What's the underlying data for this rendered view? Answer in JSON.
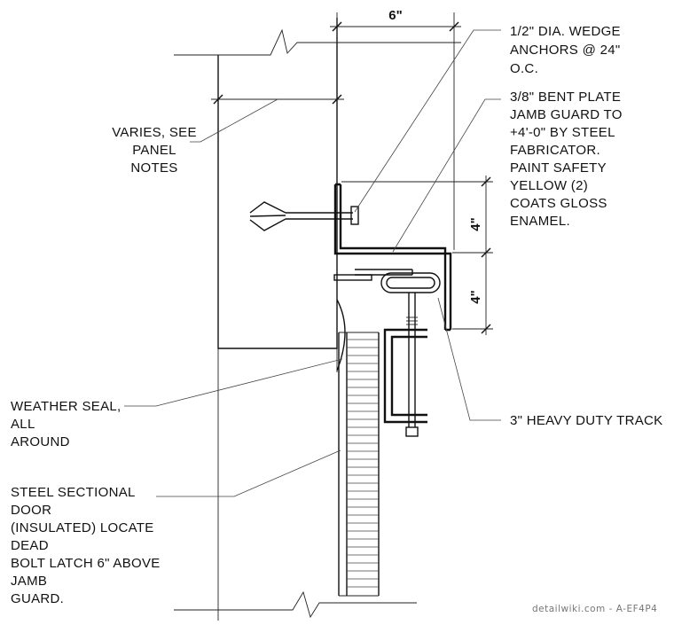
{
  "dimensions": {
    "top": "6\"",
    "upper": "4\"",
    "lower": "4\""
  },
  "labels": {
    "wedge_anchors": [
      "1/2\" DIA. WEDGE",
      "ANCHORS @ 24\"",
      "O.C."
    ],
    "jamb_guard": [
      "3/8\" BENT PLATE",
      "JAMB GUARD TO",
      "+4'-0\" BY STEEL",
      "FABRICATOR.",
      "PAINT SAFETY",
      "YELLOW (2)",
      "COATS GLOSS",
      "ENAMEL."
    ],
    "varies": [
      "VARIES, SEE",
      "PANEL",
      "NOTES"
    ],
    "weather_seal": [
      "WEATHER SEAL,",
      "ALL",
      "AROUND"
    ],
    "sectional_door": [
      "STEEL SECTIONAL",
      "DOOR",
      "(INSULATED) LOCATE",
      "DEAD",
      "BOLT LATCH 6\" ABOVE",
      "JAMB",
      "GUARD."
    ],
    "track": [
      "3\" HEAVY DUTY TRACK"
    ]
  },
  "watermark": "detailwiki.com - A-EF4P4"
}
